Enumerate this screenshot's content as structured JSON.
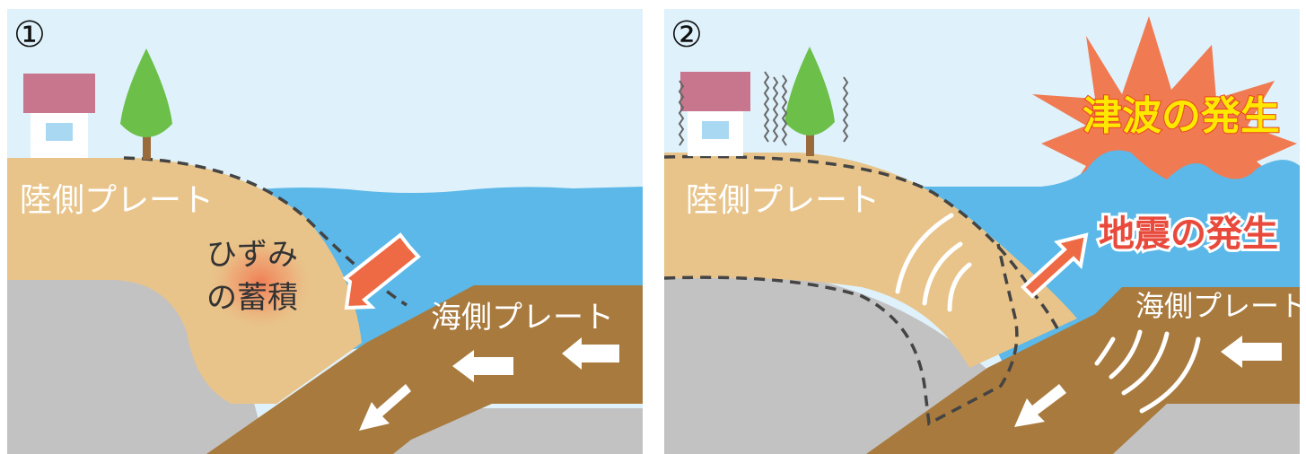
{
  "panels": [
    {
      "number": "①",
      "land_plate": "陸側プレート",
      "sea_plate": "海側プレート",
      "strain_line1": "ひずみ",
      "strain_line2": "の蓄積"
    },
    {
      "number": "②",
      "land_plate": "陸側プレート",
      "sea_plate": "海側プレート",
      "tsunami": "津波の発生",
      "earthquake": "地震の発生"
    }
  ],
  "colors": {
    "sky": "#dff1fa",
    "sea": "#5bb8e8",
    "land_plate": "#e8c48a",
    "sea_plate": "#a87a3e",
    "mantle": "#c0c0c0",
    "arrow": "#ee6a45",
    "tsunami_burst": "#f07a52",
    "tsunami_text": "#ffe800",
    "earthquake_text": "#e84a3c",
    "tree": "#6cc04a",
    "trunk": "#9a6a3a",
    "roof": "#c8758e",
    "window": "#a9d8f2"
  },
  "icons": [
    "house-icon",
    "tree-icon",
    "arrow-icon",
    "shaking-icon",
    "explosion-icon"
  ]
}
